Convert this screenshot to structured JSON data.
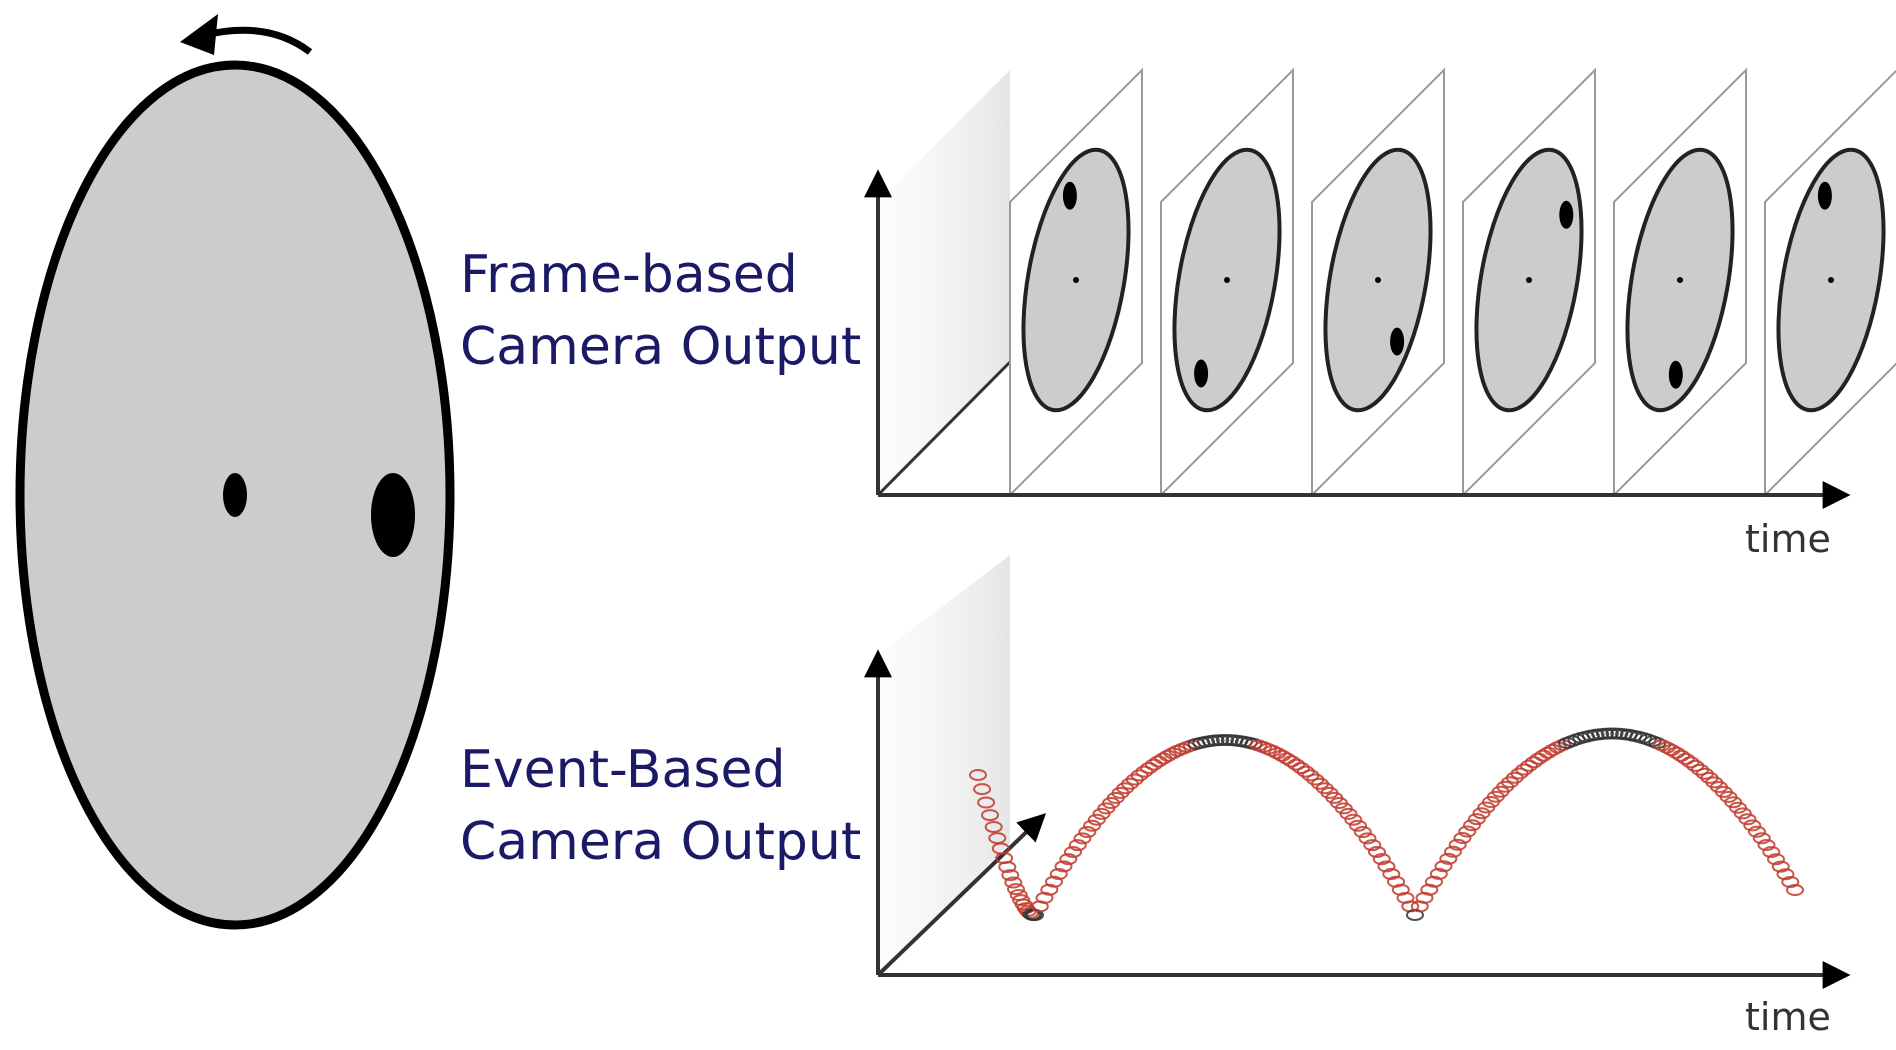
{
  "labels": {
    "frame_line1": "Frame-based",
    "frame_line2": "Camera Output",
    "event_line1": "Event-Based",
    "event_line2": "Camera Output",
    "time_top": "time",
    "time_bottom": "time"
  },
  "colors": {
    "label": "#1a1a66",
    "disk_fill": "#cccccc",
    "outline": "#000000",
    "event_dark": "#333333",
    "event_red": "#c0392b"
  },
  "frames": {
    "count": 6,
    "dot_angles_deg": [
      125,
      255,
      325,
      45,
      290,
      125
    ]
  },
  "icons": {
    "rotation": "rotation-arrow-icon"
  }
}
